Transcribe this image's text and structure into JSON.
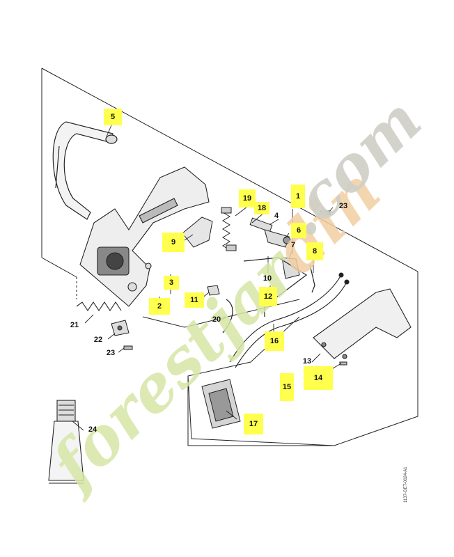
{
  "labels": {
    "p1": "1",
    "p2": "2",
    "p3": "3",
    "p4": "4",
    "p5": "5",
    "p6": "6",
    "p7": "7",
    "p8": "8",
    "p9": "9",
    "p10": "10",
    "p11": "11",
    "p12": "12",
    "p13": "13",
    "p14": "14",
    "p15": "15",
    "p16": "16",
    "p17": "17",
    "p18": "18",
    "p19": "19",
    "p20": "20",
    "p21": "21",
    "p22": "22",
    "p23a": "23",
    "p23b": "23",
    "p24": "24"
  },
  "watermark": {
    "part1": "forestjar",
    "part2": "din",
    "part3": ".com",
    "color_green": "#d6e6a6",
    "color_orange": "#f2cfa3",
    "color_gray": "#cfcfc7"
  },
  "drawing_ref": "1137-GET-0024-A1",
  "highlight_color": "#ffff4d"
}
